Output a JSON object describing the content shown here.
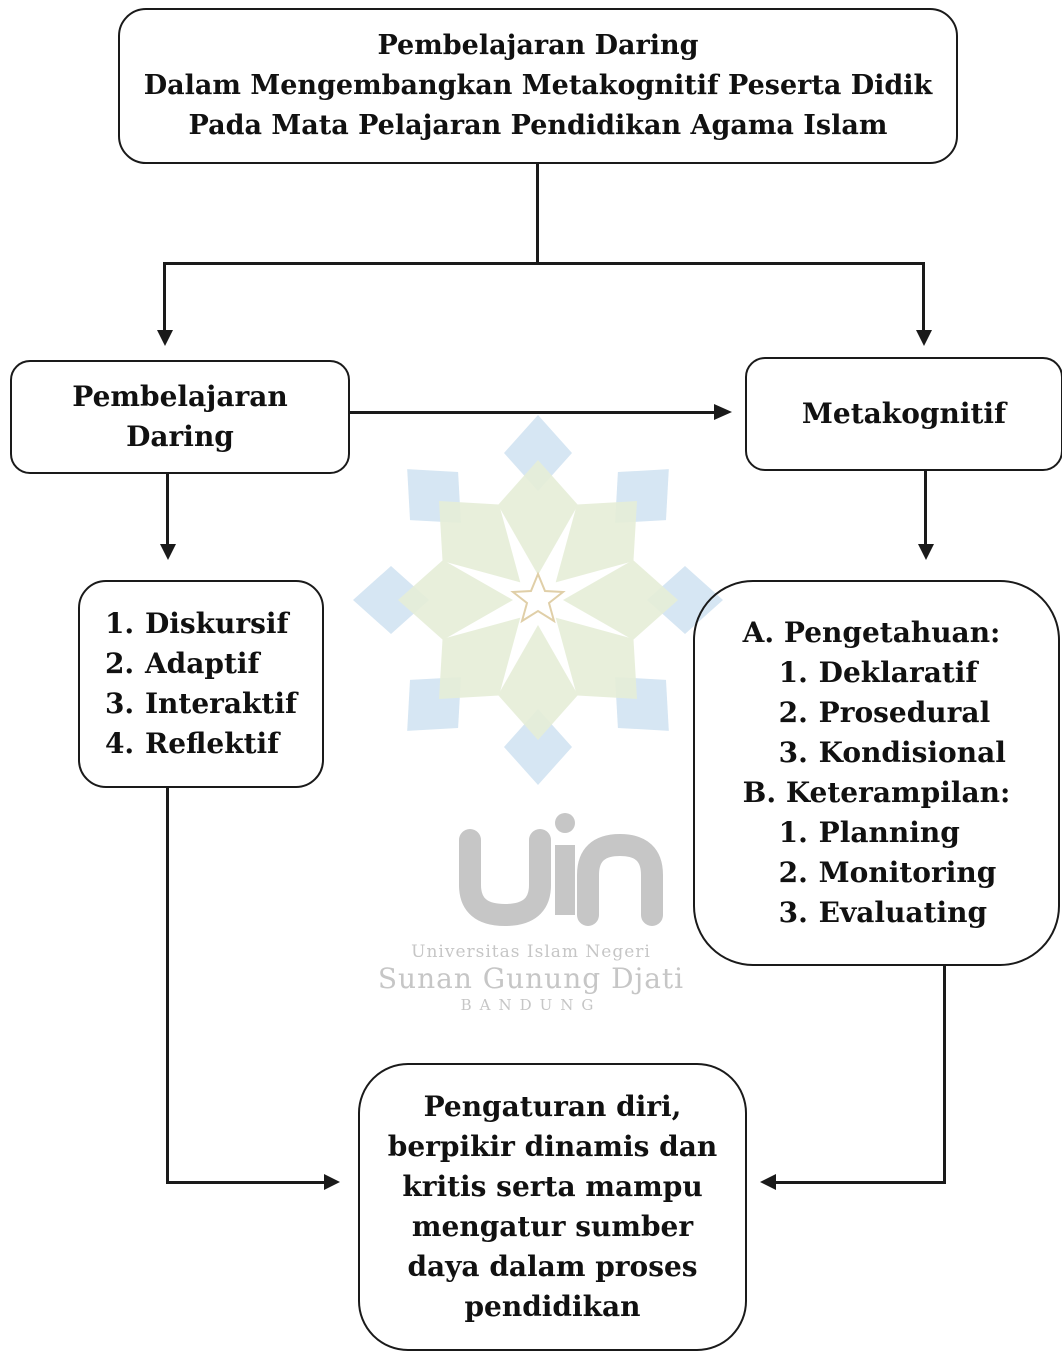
{
  "title_box": {
    "line1": "Pembelajaran Daring",
    "line2": "Dalam Mengembangkan Metakognitif Peserta Didik",
    "line3": "Pada Mata Pelajaran Pendidikan Agama Islam"
  },
  "left_box": {
    "line1": "Pembelajaran",
    "line2": "Daring"
  },
  "right_box": {
    "label": "Metakognitif"
  },
  "left_list": {
    "items": [
      {
        "num": "1.",
        "label": "Diskursif"
      },
      {
        "num": "2.",
        "label": "Adaptif"
      },
      {
        "num": "3.",
        "label": "Interaktif"
      },
      {
        "num": "4.",
        "label": "Reflektif"
      }
    ]
  },
  "right_list": {
    "sections": [
      {
        "head": "A. Pengetahuan:",
        "items": [
          {
            "num": "1.",
            "label": "Deklaratif"
          },
          {
            "num": "2.",
            "label": "Prosedural"
          },
          {
            "num": "3.",
            "label": "Kondisional"
          }
        ]
      },
      {
        "head": "B. Keterampilan:",
        "items": [
          {
            "num": "1.",
            "label": "Planning"
          },
          {
            "num": "2.",
            "label": "Monitoring"
          },
          {
            "num": "3.",
            "label": "Evaluating"
          }
        ]
      }
    ]
  },
  "bottom_box": {
    "lines": [
      "Pengaturan diri,",
      "berpikir dinamis dan",
      "kritis serta mampu",
      "mengatur sumber",
      "daya dalam proses",
      "pendidikan"
    ]
  },
  "watermark": {
    "logo_text": "uin",
    "line1": "Universitas Islam Negeri",
    "line2": "Sunan Gunung Djati",
    "line3": "BANDUNG",
    "colors": {
      "blue": "#cfe2f1",
      "green": "#e6eed8",
      "star": "#eadcc0",
      "text": "#c6c6c6"
    }
  }
}
